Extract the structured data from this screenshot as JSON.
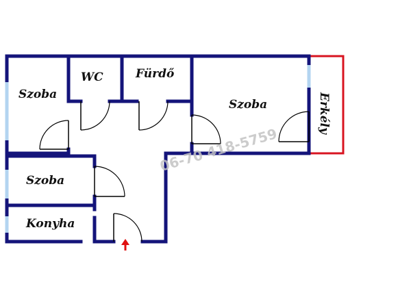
{
  "rooms": {
    "szoba_top_left": "Szoba",
    "wc": "WC",
    "furdo": "Fürdő",
    "szoba_large": "Szoba",
    "erkely": "Erkély",
    "szoba_mid_left": "Szoba",
    "konyha": "Konyha"
  },
  "watermark": "06-70 418-5759",
  "colors": {
    "walls": "#14147a",
    "windows": "#b3d4f0",
    "balcony": "#d81420",
    "entrance_arrow": "#e01010"
  },
  "icons": {
    "entrance": "arrow-up-icon"
  }
}
